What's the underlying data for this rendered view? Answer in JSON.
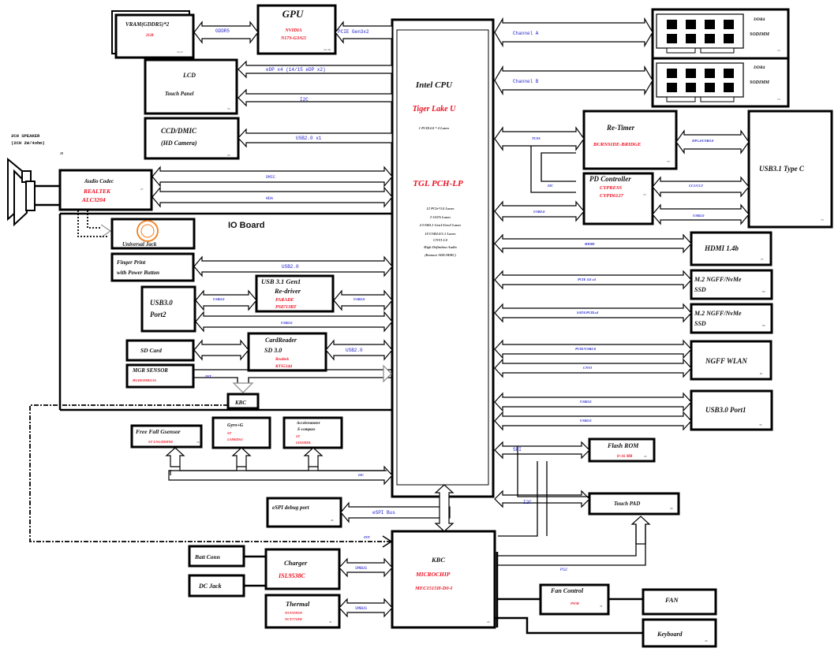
{
  "diagram": {
    "title": "Laptop system block diagram",
    "cpu": {
      "title": "Intel CPU",
      "model": "Tiger  Lake U",
      "cpu_lanes": "1 PCIE4.0 * 4 Lanes",
      "pch_title": "TGL PCH-LP",
      "pch_features": [
        "12 PCIe*3.0 Lanes",
        "2 SATA Lanes",
        "4 USB3.1 Gen1/Gen2 Lanes",
        "10 USB2.0/1.1 Lanes",
        "CNVI 2.0",
        "High Definition Audio",
        "(Remove SDE/MMC)"
      ]
    },
    "gpu": {
      "title": "GPU",
      "vendor": "NVIDIA",
      "part": "N17S-G3/G5",
      "page": "14~16"
    },
    "vram": {
      "title": "VRAM(GDDR5)*2",
      "size": "2GB",
      "page": "15,17"
    },
    "lcd": {
      "title": "LCD",
      "subtitle": "Touch Panel",
      "page": "55"
    },
    "ccd": {
      "title": "CCD/DMIC",
      "subtitle": "(HD Camera)",
      "page": "55"
    },
    "speaker": {
      "title": "2CH SPEAKER",
      "subtitle": "(2CH 2W/4ohm)",
      "page": "29"
    },
    "audio_codec": {
      "title": "Audio Codec",
      "vendor": "REALTEK",
      "part": "ALC3204",
      "page": "27"
    },
    "io_board": {
      "title": "IO Board",
      "universal_jack": "Universal Jack",
      "finger_print": [
        "Finger Print",
        "with Power Button"
      ],
      "usb30_port2": [
        "USB3.0",
        "Port2"
      ],
      "redriver": {
        "title": "USB 3.1 Gen1",
        "subtitle": "Re-driver",
        "vendor": "PARADE",
        "part": "PS8713BT"
      },
      "sd_card": "SD Card",
      "card_reader": {
        "title": "CardReader",
        "subtitle": "SD 3.0",
        "vendor": "Realtek",
        "part": "RTS5144"
      },
      "mgr_sensor": {
        "title": "MGR SENSOR",
        "part": "HGDEDM013A"
      },
      "kbc": "KBC"
    },
    "sensors": {
      "free_fall": {
        "title": "Free Fall Gsensor",
        "part": "ST  LNG2DMTR",
        "page": "70"
      },
      "gyro": {
        "title": "Gyro+G",
        "vendor": "ST",
        "part": "LSM6DS3"
      },
      "accel": {
        "title": "Accelerometer",
        "subtitle": "E-compass",
        "vendor": "ST",
        "part": "LIS2MDL"
      }
    },
    "espi_debug": {
      "title": "eSPI debug port",
      "page": "43"
    },
    "kbc_main": {
      "title": "KBC",
      "vendor": "MICROCHIP",
      "part": "MEC1515H-D0-I",
      "page": "24"
    },
    "batt_conn": "Batt Conn",
    "dc_jack": "DC Jack",
    "charger": {
      "title": "Charger",
      "part": "ISL9538C"
    },
    "thermal": {
      "title": "Thermal",
      "vendor": "NUVOTON",
      "part": "NCT7718W",
      "page": "31"
    },
    "fan_control": {
      "title": "Fan Control",
      "sub": "PWM",
      "page": "31"
    },
    "fan": "FAN",
    "keyboard": {
      "title": "Keyboard",
      "page": "43"
    },
    "flash_rom": {
      "title": "Flash ROM",
      "size": "8+16 MB",
      "page": "25"
    },
    "touch_pad": {
      "title": "Touch PAD",
      "page": "43"
    },
    "ddr_a": {
      "title": "DDR4",
      "subtitle": "SODIMM",
      "page": "12"
    },
    "ddr_b": {
      "title": "DDR4",
      "subtitle": "SODIMM",
      "page": "13"
    },
    "retimer": {
      "title": "Re-Timer",
      "part": "BURNSIDE-BRIDGE",
      "page": "73"
    },
    "pd_controller": {
      "title": "PD Controller",
      "vendor": "CYPRESS",
      "part": "CYPD6127",
      "page": "72"
    },
    "typec": {
      "title": "USB3.1  Type C",
      "page": "73"
    },
    "hdmi": {
      "title": "HDMI  1.4b",
      "page": "57"
    },
    "ssd1": {
      "title": "M.2 NGFF/NvMe",
      "subtitle": "SSD",
      "page": "63"
    },
    "ssd2": {
      "title": "M.2 NGFF/NvMe",
      "subtitle": "SSD",
      "page": "63"
    },
    "wlan": {
      "title": "NGFF WLAN",
      "page": "61"
    },
    "usb30_port1": {
      "title": "USB3.0 Port1",
      "page": "35"
    }
  },
  "buses": {
    "gddr5": "GDDR5",
    "pcie_gpu": "PCIE Gen3x2",
    "edp": "eDP x4 (14/15 eDP x2)",
    "i2c_lcd": "I2C",
    "usb_cam": "USB2.0 x1",
    "dmic": "DMIC",
    "hda": "HDA",
    "usb_fp": "USB2.0",
    "usb30_left": "USB3.0",
    "usb30_right": "USB3.0",
    "usb20_port2": "USB2.0",
    "usb_card": "USB2.0",
    "int_mgr": "INT",
    "i2c_sensors": "I2C",
    "espi": "eSPI Bus",
    "int_kbc": "INT",
    "smbus_charger": "SMBUS",
    "smbus_thermal": "SMBUS",
    "ps2": "PS2",
    "spi": "SPI",
    "i2c_tp": "I2C",
    "channel_a": "Channel A",
    "channel_b": "Channel B",
    "tcss": "TCSS",
    "i2c_pd": "I2C",
    "usb_pd": "USB2.0",
    "dp_usb": "DP1.4/USB3.0",
    "cc": "CC1/CC2",
    "usb_typec": "USB2.0",
    "hdmi": "HDMI",
    "pcie_ssd": "PCIE 4.0 x4",
    "sata_ssd": "SATA/PCIEx4",
    "pcie_wlan": "PCIE/USB2.0",
    "cnvi": "CNVI",
    "usb30_p1": "USB3.0",
    "usb20_p1": "USB2.0"
  }
}
